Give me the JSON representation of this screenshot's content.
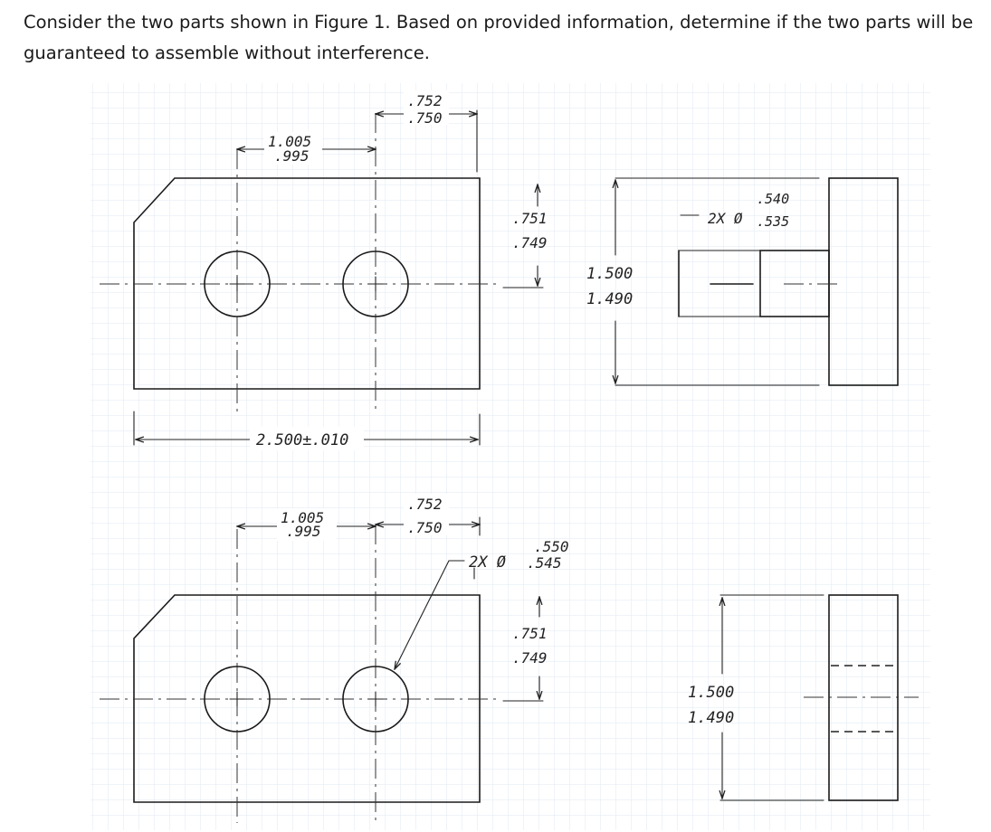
{
  "question": "Consider the two parts shown in Figure 1.  Based on provided information, determine if the two parts will be guaranteed to assemble without interference.",
  "part1": {
    "hole_spacing_upper": "1.005",
    "hole_spacing_lower": ".995",
    "edge_to_hole_upper": ".752",
    "edge_to_hole_lower": ".750",
    "hole_height_upper": ".751",
    "hole_height_lower": ".749",
    "overall_length": "2.500±.010",
    "height_upper": "1.500",
    "height_lower": "1.490",
    "pin_prefix": "2X Ø",
    "pin_dia_upper": ".540",
    "pin_dia_lower": ".535"
  },
  "part2": {
    "hole_spacing_upper": "1.005",
    "hole_spacing_lower": ".995",
    "edge_to_hole_upper": ".752",
    "edge_to_hole_lower": ".750",
    "hole_prefix": "2X Ø",
    "hole_dia_upper": ".550",
    "hole_dia_lower": ".545",
    "hole_height_upper": ".751",
    "hole_height_lower": ".749",
    "height_upper": "1.500",
    "height_lower": "1.490"
  },
  "colors": {
    "grid": "#dfe9f3",
    "ink": "#1a1a1a"
  }
}
